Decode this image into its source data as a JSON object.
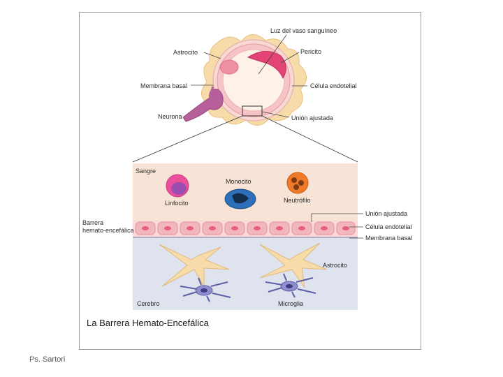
{
  "slide": {
    "author": "Ps. Sartori",
    "caption": "La Barrera Hemato-Encefálica"
  },
  "top_labels": {
    "lumen": "Luz del vaso sanguíneo",
    "astrocyte": "Astrocito",
    "pericyte": "Pericito",
    "basal_membrane": "Membrana basal",
    "endothelial_cell": "Célula endotelial",
    "neuron": "Neurona",
    "tight_junction": "Unión ajustada"
  },
  "bottom_labels": {
    "blood": "Sangre",
    "lymphocyte": "Linfocito",
    "monocyte": "Monocito",
    "neutrophil": "Neutrófilo",
    "barrier_line1": "Barrera",
    "barrier_line2": "hemato-encefálica",
    "tight_junction": "Unión ajustada",
    "endothelial_cell": "Célula endotelial",
    "basal_membrane": "Membrana basal",
    "astrocyte": "Astrocito",
    "brain": "Cerebro",
    "microglia": "Microglia"
  },
  "colors": {
    "blood_bg": "#f7e4d6",
    "brain_bg": "#dfe3ee",
    "endothelium": "#f3b6bd",
    "astrocyte": "#f7dcaa",
    "microglia": "#8f8fcf"
  }
}
